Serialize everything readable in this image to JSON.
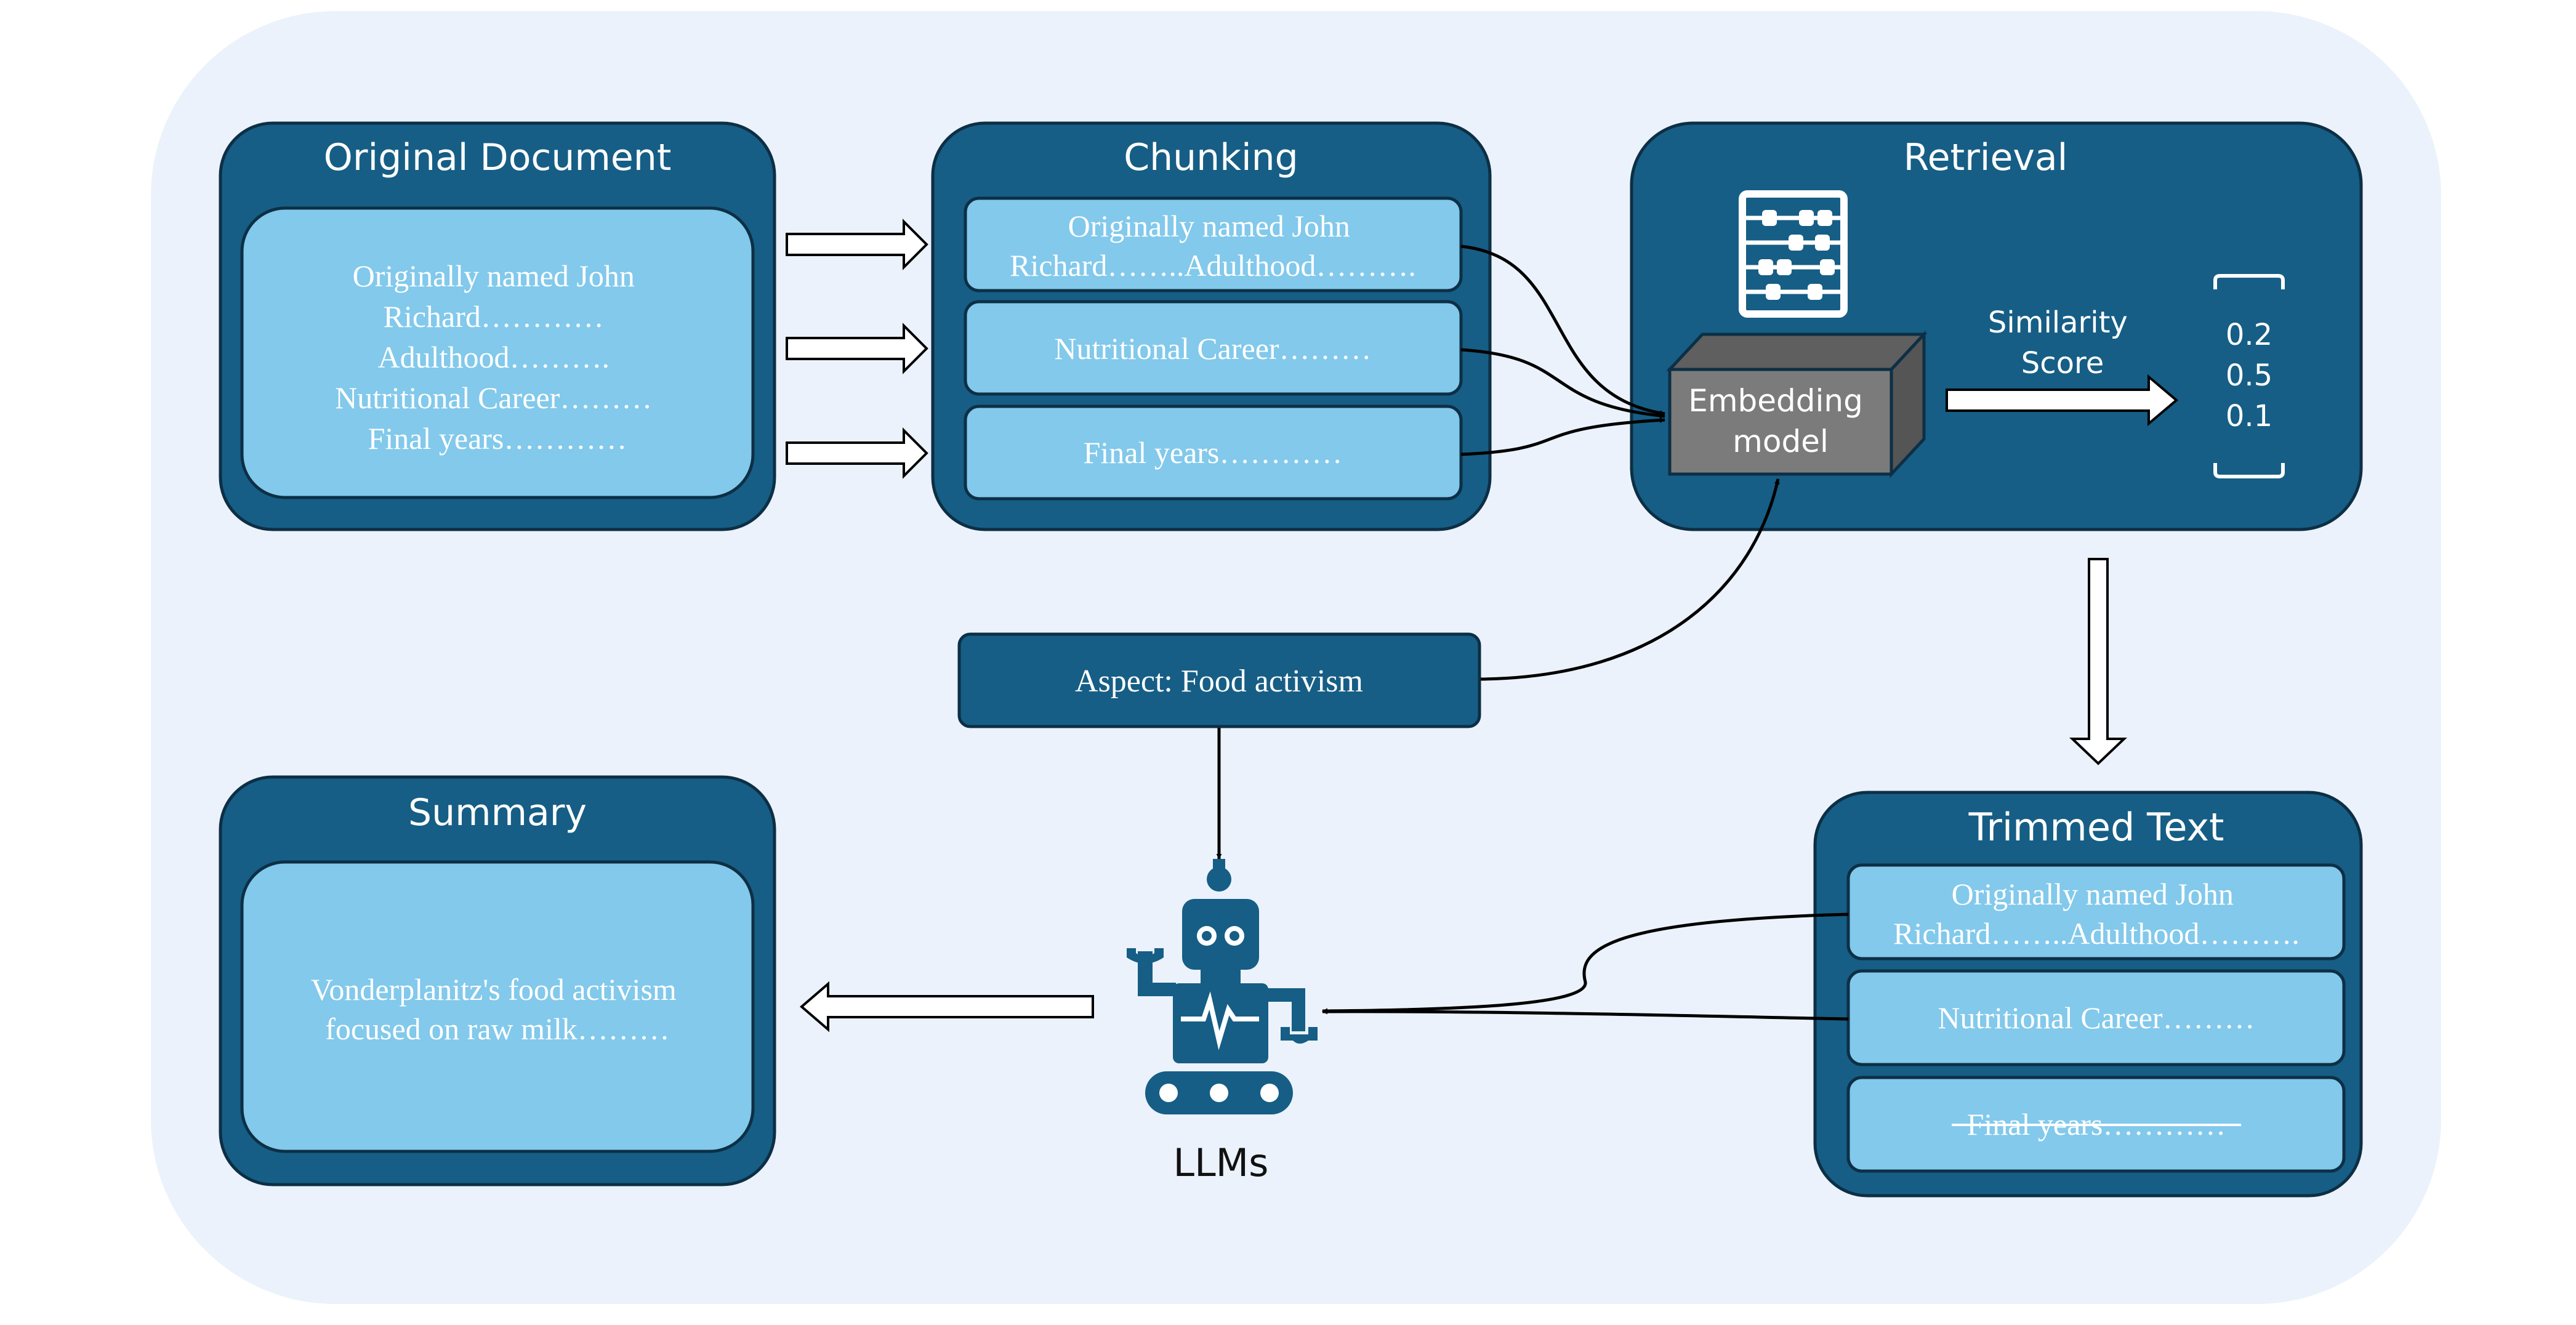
{
  "colors": {
    "background": "#ebf2fb",
    "panel": "#165e85",
    "panel_stroke": "#0d2f45",
    "card": "#82c9eb",
    "model_face": "#7b7b7b",
    "model_top": "#5f5f5f",
    "model_side": "#555555",
    "arrow_fill": "#ffffff",
    "line": "#000000"
  },
  "panels": {
    "original_document": {
      "title": "Original Document",
      "lines": [
        "Originally named John",
        "Richard…………",
        "Adulthood……….",
        "Nutritional Career………",
        "Final years…………"
      ]
    },
    "chunking": {
      "title": "Chunking",
      "chunks": [
        {
          "lines": [
            "Originally named John",
            "Richard……..Adulthood………."
          ]
        },
        {
          "lines": [
            "Nutritional Career………"
          ]
        },
        {
          "lines": [
            "Final years…………"
          ]
        }
      ]
    },
    "retrieval": {
      "title": "Retrieval",
      "icon": "abacus-icon",
      "model_label": [
        "Embedding",
        "model"
      ],
      "score_label": [
        "Similarity",
        "Score"
      ],
      "scores": [
        "0.2",
        "0.5",
        "0.1"
      ]
    },
    "trimmed_text": {
      "title": "Trimmed Text",
      "chunks": [
        {
          "lines": [
            "Originally named John",
            "Richard……..Adulthood………."
          ],
          "struck": false
        },
        {
          "lines": [
            "Nutritional Career………"
          ],
          "struck": false
        },
        {
          "lines": [
            "Final years…………"
          ],
          "struck": true
        }
      ]
    },
    "summary": {
      "title": "Summary",
      "lines": [
        "Vonderplanitz's food activism",
        "focused on raw milk………"
      ]
    }
  },
  "aspect": {
    "label": "Aspect: Food activism"
  },
  "llm": {
    "label": "LLMs",
    "icon": "robot-icon"
  }
}
